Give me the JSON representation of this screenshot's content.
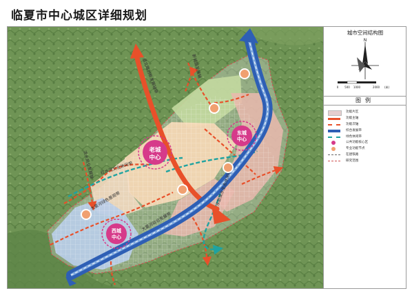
{
  "page": {
    "title": "临夏市中心城区详细规划"
  },
  "panel": {
    "structure_title": "城市空间结构图",
    "legend_title": "图例"
  },
  "scale": {
    "ticks": [
      "0",
      "500",
      "1000",
      "2000"
    ],
    "unit": "(米)"
  },
  "legend": [
    {
      "label": "功能片区",
      "icon": "area-fill-icon",
      "color": "#e6cfcf"
    },
    {
      "label": "功能主轴",
      "icon": "thick-line-icon",
      "color": "#e8502a"
    },
    {
      "label": "功能次轴",
      "icon": "dashed-line-icon",
      "color": "#e8502a"
    },
    {
      "label": "综合发展带",
      "icon": "band-icon",
      "color": "#2e5fb5"
    },
    {
      "label": "绿色休闲带",
      "icon": "dashed-band-icon",
      "color": "#1fa3a0"
    },
    {
      "label": "公共功能核心区",
      "icon": "core-circle-icon",
      "color": "#d63a8a"
    },
    {
      "label": "专业功能节点",
      "icon": "node-circle-icon",
      "color": "#f0a070"
    },
    {
      "label": "在建铁路",
      "icon": "rail-icon",
      "color": "#666666"
    },
    {
      "label": "研究范围",
      "icon": "boundary-icon",
      "color": "#d05050"
    }
  ],
  "map": {
    "centers": [
      {
        "label": "老城中心",
        "line1": "老城",
        "line2": "中心"
      },
      {
        "label": "东城中心",
        "line1": "东城",
        "line2": "中心"
      },
      {
        "label": "西城中心",
        "line1": "西城",
        "line2": "中心"
      }
    ],
    "axis_labels": {
      "main_axis": "道北路创新发展轴带",
      "north_axis": "新城路发展轴",
      "south_axis": "北环路发展轴",
      "west_axis": "滨水商业发展轴",
      "green_band": "大夏河绿色景观带",
      "river_band": "大夏河综合发展带",
      "east_green": "东部滨水生态休闲带",
      "cultural": "红水河文化休闲带"
    },
    "colors": {
      "band": "#2e5fb5",
      "main_axis": "#e8502a",
      "core": "#d63a8a",
      "node": "#f0a070",
      "green": "#1fa3a0"
    }
  }
}
